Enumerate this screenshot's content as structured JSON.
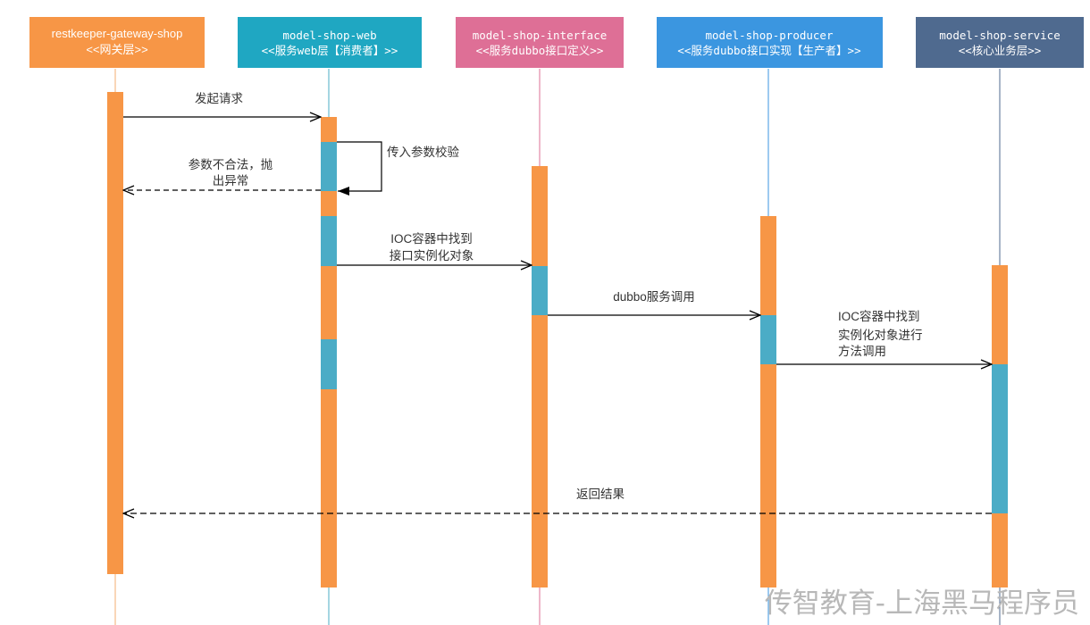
{
  "participants": [
    {
      "id": "gateway",
      "line1": "restkeeper-gateway-shop",
      "line2": "<<网关层>>",
      "color": "#f79646",
      "line_color": "#f7c8a0",
      "mono": false
    },
    {
      "id": "web",
      "line1": "model-shop-web",
      "line2": "<<服务web层【消费者】>>",
      "color": "#1fa7c2",
      "line_color": "#4bacc6",
      "mono": true
    },
    {
      "id": "interface",
      "line1": "model-shop-interface",
      "line2": "<<服务dubbo接口定义>>",
      "color": "#de6f96",
      "line_color": "#de6f96",
      "mono": true
    },
    {
      "id": "producer",
      "line1": "model-shop-producer",
      "line2": "<<服务dubbo接口实现【生产者】>>",
      "color": "#3b96e0",
      "line_color": "#3b96e0",
      "mono": true
    },
    {
      "id": "service",
      "line1": "model-shop-service",
      "line2": "<<核心业务层>>",
      "color": "#4f6a8f",
      "line_color": "#4f6a8f",
      "mono": true
    }
  ],
  "messages": [
    {
      "id": "initiate-request",
      "lines": [
        "发起请求"
      ],
      "style": "solid"
    },
    {
      "id": "param-validation",
      "lines": [
        "传入参数校验"
      ],
      "style": "self"
    },
    {
      "id": "invalid-param",
      "lines": [
        "参数不合法，抛",
        "出异常"
      ],
      "style": "dashed"
    },
    {
      "id": "ioc-find-interface",
      "lines": [
        "IOC容器中找到",
        "接口实例化对象"
      ],
      "style": "solid"
    },
    {
      "id": "dubbo-call",
      "lines": [
        "dubbo服务调用"
      ],
      "style": "solid"
    },
    {
      "id": "ioc-find-method",
      "lines": [
        "IOC容器中找到",
        "实例化对象进行",
        "方法调用"
      ],
      "style": "solid"
    },
    {
      "id": "return-result",
      "lines": [
        "返回结果"
      ],
      "style": "dashed"
    }
  ],
  "colors": {
    "activation": "#f79646",
    "activation_alt": "#4bacc6",
    "arrow": "#000000"
  },
  "watermark": "传智教育-上海黑马程序员"
}
